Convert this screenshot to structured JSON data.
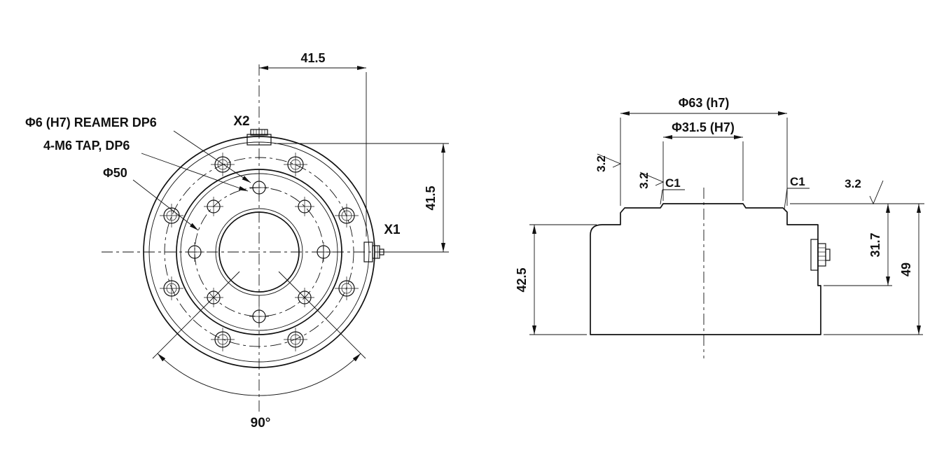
{
  "front_view": {
    "dim_top": "41.5",
    "dim_right": "41.5",
    "note_reamer": "Φ6 (H7) REAMER DP6",
    "note_tap": "4-M6 TAP, DP6",
    "note_bolt_circle": "Φ50",
    "connector_top_label": "X2",
    "connector_right_label": "X1",
    "angle_label": "90°"
  },
  "side_view": {
    "dim_boss_diameter": "Φ63 (h7)",
    "dim_bore_diameter": "Φ31.5 (H7)",
    "roughness_boss": "3.2",
    "roughness_bore": "3.2",
    "roughness_top": "3.2",
    "chamfer_bore": "C1",
    "chamfer_boss": "C1",
    "dim_body_height": "42.5",
    "dim_upper_height": "31.7",
    "dim_total_height": "49"
  }
}
